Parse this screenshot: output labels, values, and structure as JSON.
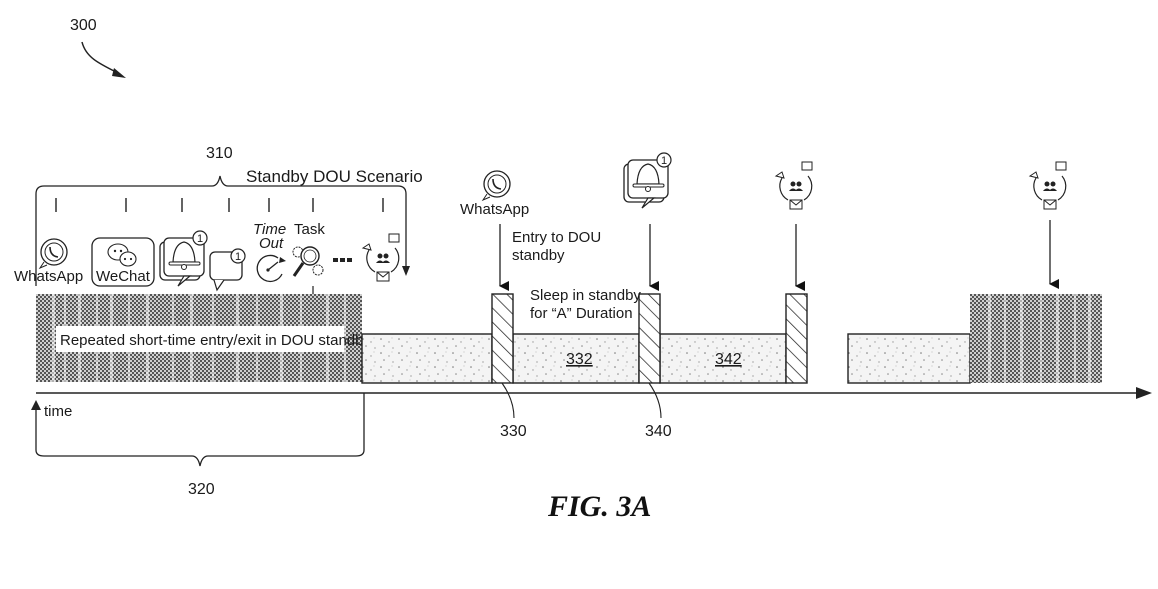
{
  "figure": {
    "reference": "300",
    "caption": "FIG. 3A"
  },
  "scenario_bracket": {
    "reference": "310",
    "title": "Standby DOU Scenario",
    "icons": [
      {
        "name": "whatsapp-icon",
        "label": "WhatsApp"
      },
      {
        "name": "wechat-icon",
        "label": "WeChat"
      },
      {
        "name": "bell-notification-icon",
        "badge": "1"
      },
      {
        "name": "message-notification-icon",
        "badge": "1"
      },
      {
        "name": "timeout-icon",
        "label_line1": "Time",
        "label_line2": "Out"
      },
      {
        "name": "task-icon",
        "label": "Task"
      },
      {
        "name": "ellipsis-icon"
      },
      {
        "name": "social-hub-icon"
      }
    ]
  },
  "repeated_region": {
    "label": "Repeated short-time entry/exit in DOU standby",
    "reference": "320"
  },
  "axis": {
    "label": "time"
  },
  "events": [
    {
      "icon": "whatsapp-icon",
      "label": "WhatsApp",
      "annotation_line1": "Entry to DOU",
      "annotation_line2": "standby",
      "reference": "330"
    },
    {
      "icon": "bell-notification-icon",
      "badge": "1",
      "reference": "340"
    },
    {
      "icon": "social-hub-icon"
    },
    {
      "icon": "social-hub-icon"
    }
  ],
  "sleep_annotation": {
    "line1": "Sleep in standby",
    "line2": "for “A” Duration"
  },
  "sleep_periods": [
    {
      "reference": "332"
    },
    {
      "reference": "342"
    }
  ]
}
